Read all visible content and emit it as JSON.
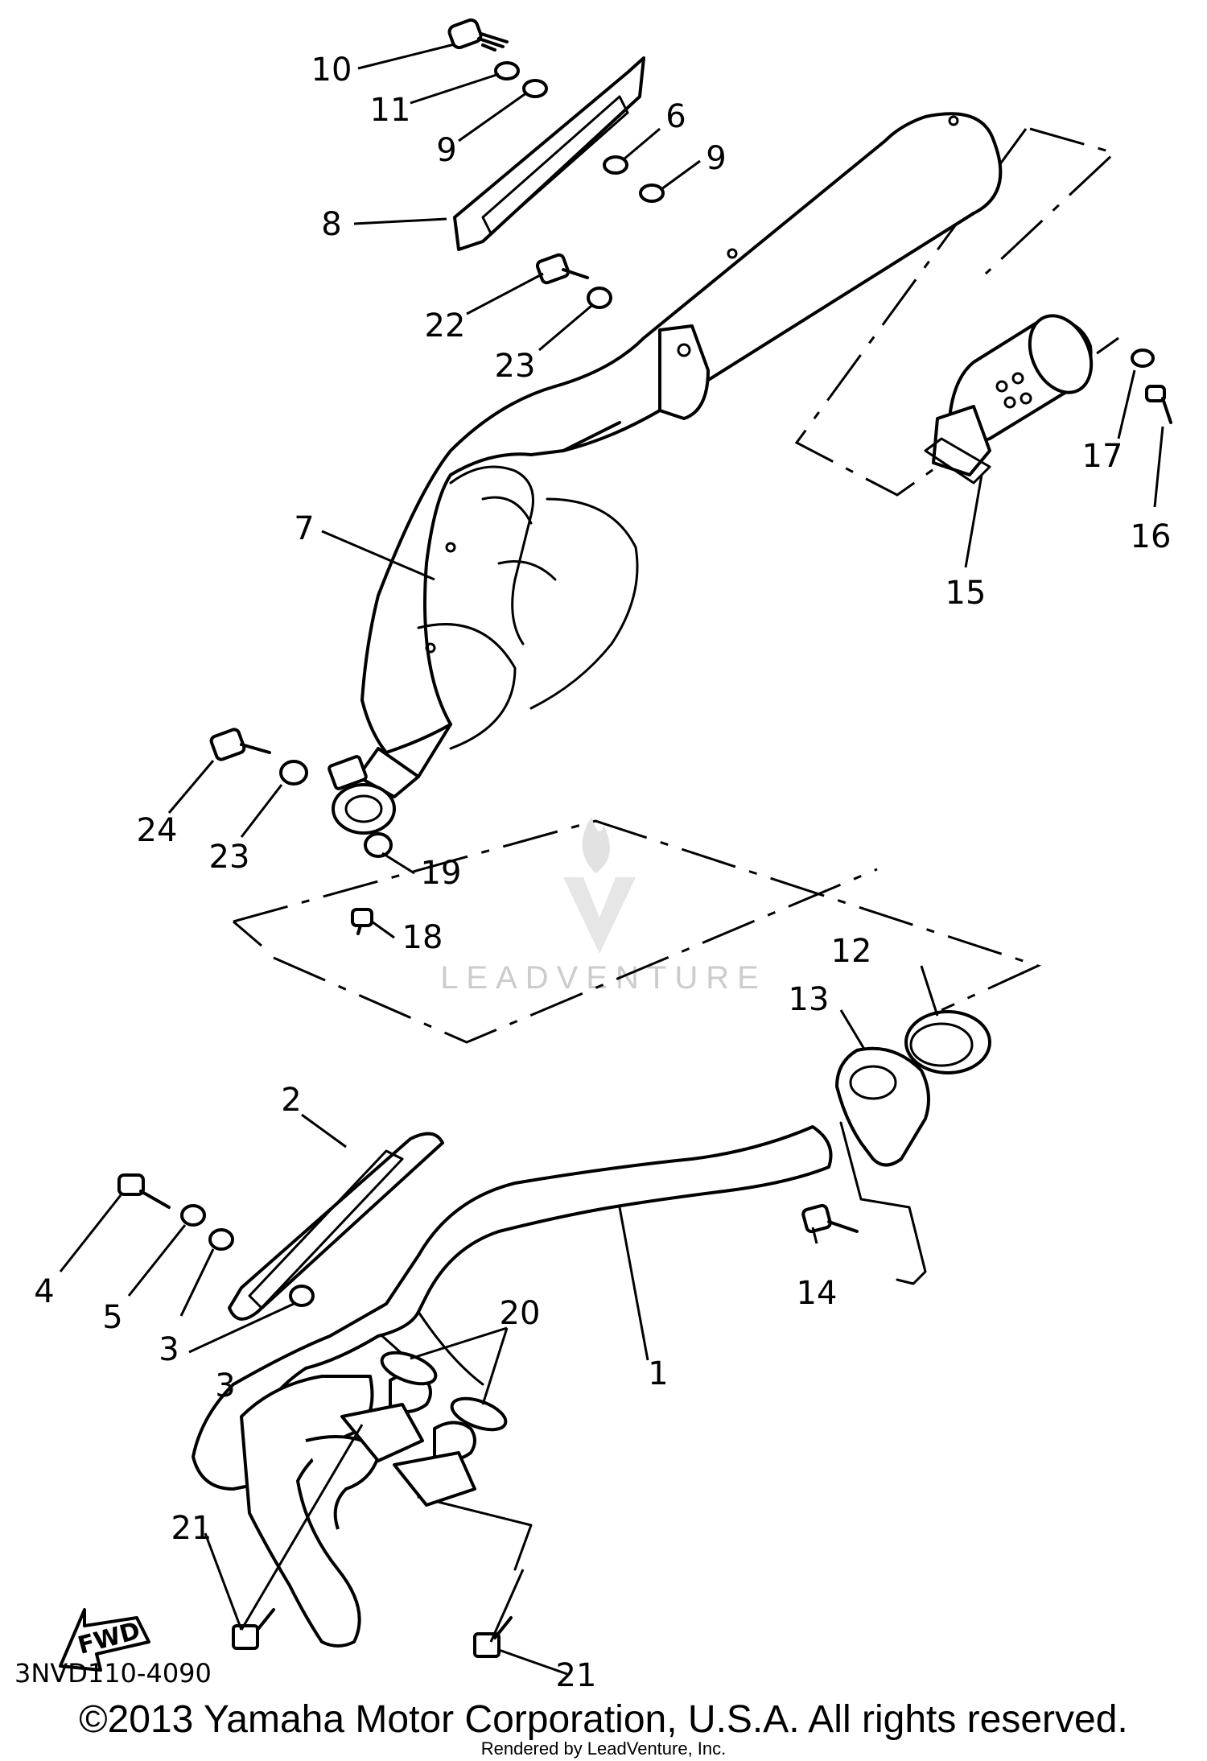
{
  "callouts": [
    {
      "id": "c10",
      "text": "10"
    },
    {
      "id": "c11",
      "text": "11"
    },
    {
      "id": "c9a",
      "text": "9"
    },
    {
      "id": "c6",
      "text": "6"
    },
    {
      "id": "c9b",
      "text": "9"
    },
    {
      "id": "c8",
      "text": "8"
    },
    {
      "id": "c22",
      "text": "22"
    },
    {
      "id": "c23a",
      "text": "23"
    },
    {
      "id": "c7",
      "text": "7"
    },
    {
      "id": "c17",
      "text": "17"
    },
    {
      "id": "c16",
      "text": "16"
    },
    {
      "id": "c15",
      "text": "15"
    },
    {
      "id": "c24",
      "text": "24"
    },
    {
      "id": "c23b",
      "text": "23"
    },
    {
      "id": "c19",
      "text": "19"
    },
    {
      "id": "c18",
      "text": "18"
    },
    {
      "id": "c12",
      "text": "12"
    },
    {
      "id": "c13",
      "text": "13"
    },
    {
      "id": "c2",
      "text": "2"
    },
    {
      "id": "c4",
      "text": "4"
    },
    {
      "id": "c5",
      "text": "5"
    },
    {
      "id": "c3a",
      "text": "3"
    },
    {
      "id": "c3b",
      "text": "3"
    },
    {
      "id": "c14",
      "text": "14"
    },
    {
      "id": "c20",
      "text": "20"
    },
    {
      "id": "c1",
      "text": "1"
    },
    {
      "id": "c21a",
      "text": "21"
    },
    {
      "id": "c21b",
      "text": "21"
    }
  ],
  "fwd_label": "FWD",
  "diagram_code": "3NVD110-4090",
  "copyright": "©2013 Yamaha Motor Corporation, U.S.A. All rights reserved.",
  "rendered_by": "Rendered by LeadVenture, Inc.",
  "watermark": "LEADVENTURE"
}
